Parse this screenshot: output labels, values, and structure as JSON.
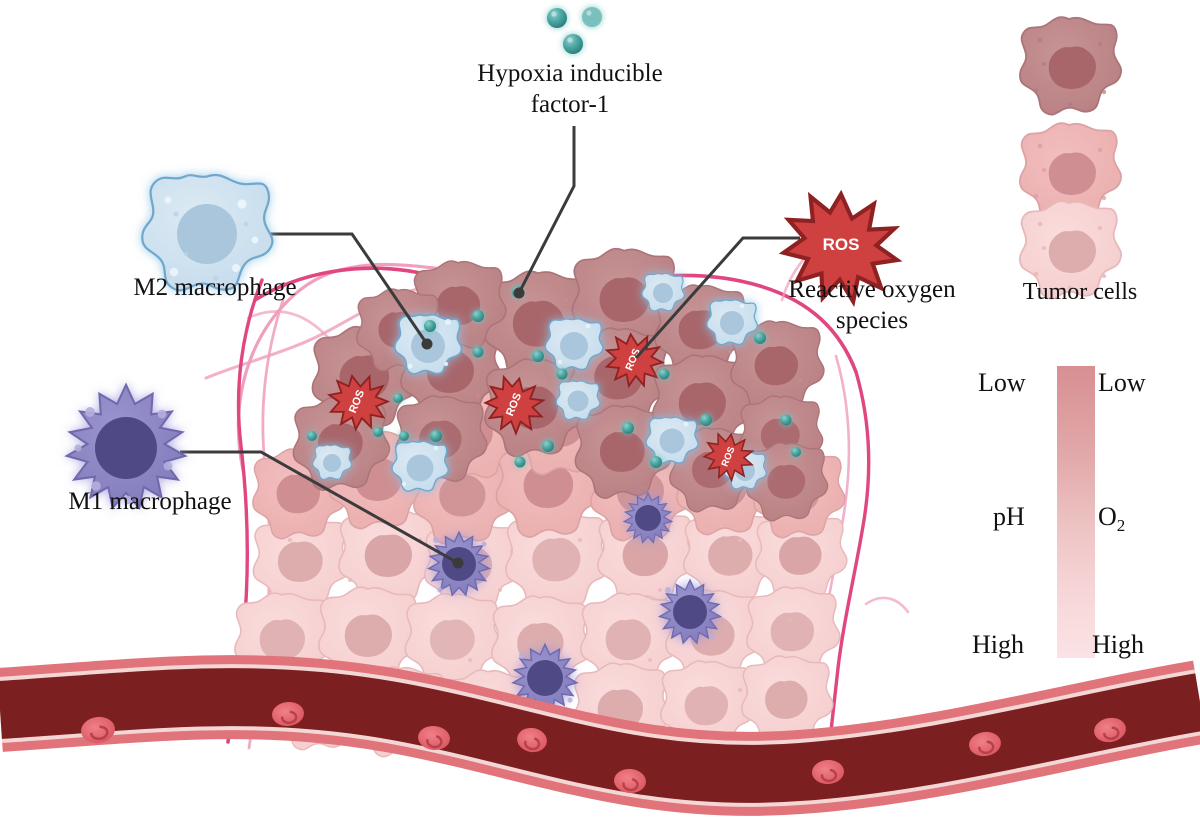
{
  "diagram": {
    "title": "Tumor microenvironment hypoxia gradient",
    "background": "#ffffff"
  },
  "labels": {
    "hif1": "Hypoxia inducible\nfactor-1",
    "m2_macrophage": "M2 macrophage",
    "m1_macrophage": "M1 macrophage",
    "ros": "Reactive oxygen\nspecies",
    "tumor_cells": "Tumor cells",
    "ros_badge": "ROS"
  },
  "gradient_legend": {
    "ph_label": "pH",
    "o2_label": "O",
    "o2_sub": "2",
    "ph_top": "Low",
    "ph_bottom": "High",
    "o2_top": "Low",
    "o2_bottom": "High",
    "top_color": "#d78f92",
    "bottom_color": "#fbe2e4"
  },
  "colors": {
    "tumor_dark": "#c08a8c",
    "tumor_dark_nucleus": "#a8666b",
    "tumor_mid": "#f0b8b8",
    "tumor_mid_nucleus": "#cf8f92",
    "tumor_light": "#f7d5d6",
    "tumor_light_nucleus": "#ddadae",
    "m2_body": "#cfe3ee",
    "m2_nucleus": "#a9c6dc",
    "m2_stroke": "#6fa8cc",
    "m1_body": "#8b86c4",
    "m1_nucleus": "#4f4a86",
    "m1_stroke": "#6f69ad",
    "ros_fill": "#cf4040",
    "ros_stroke": "#8e2222",
    "hif_dot": "#3f9e9b",
    "hif_dot_light": "#7cc0bd",
    "capillary": "#e0467f",
    "vessel_wall": "#e0747a",
    "vessel_lumen": "#7c1f20",
    "vessel_inner_line": "#f3d7d4",
    "rbc": "#e8606a",
    "leader_line": "#3b3b3b"
  },
  "legend_tumor_cells": [
    {
      "name": "hypoxic-tumor-cell",
      "fill": "#c08a8c",
      "nucleus": "#a8666b"
    },
    {
      "name": "intermediate-tumor-cell",
      "fill": "#f2b9b9",
      "nucleus": "#cf8f92"
    },
    {
      "name": "normoxic-tumor-cell",
      "fill": "#f8d7d8",
      "nucleus": "#ddadae"
    }
  ],
  "counts": {
    "ros_bursts": 4,
    "m1_macrophages_in_tumor": 3,
    "m2_macrophages_in_tumor": 9,
    "hif_dots_legend": 3
  }
}
